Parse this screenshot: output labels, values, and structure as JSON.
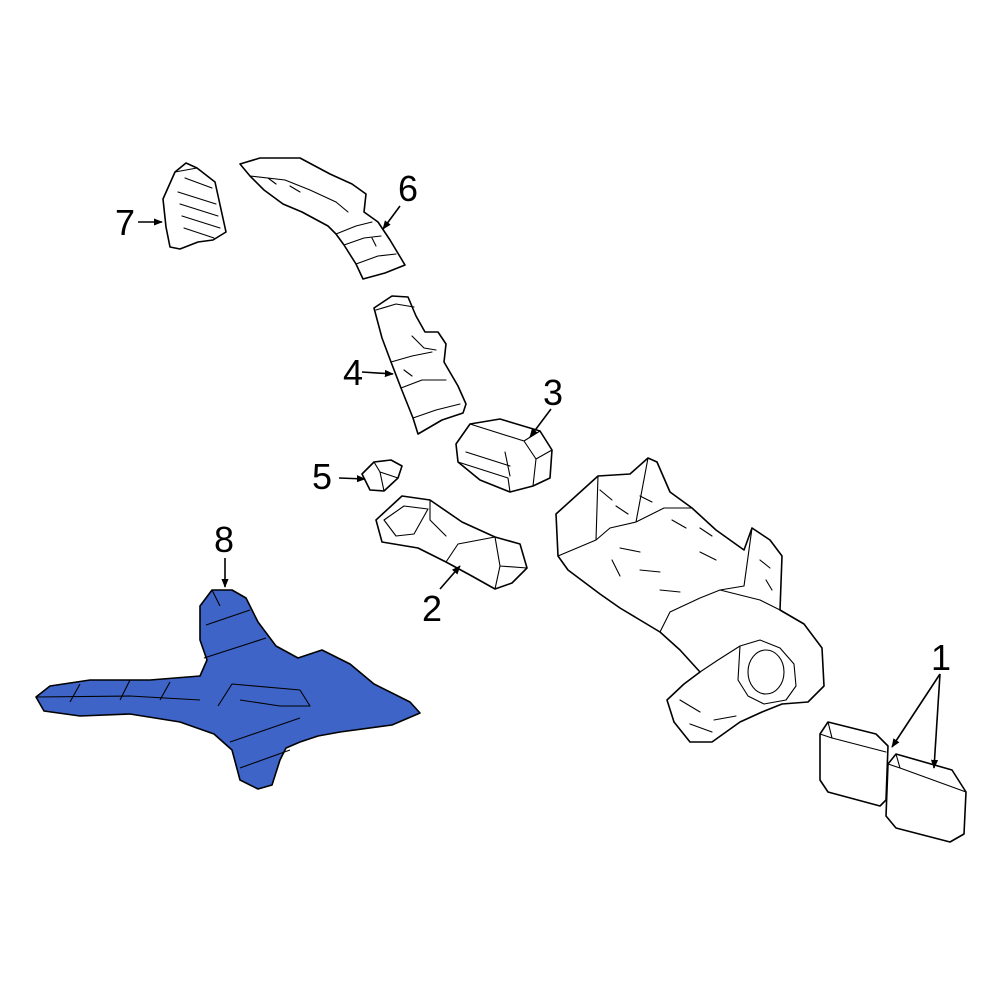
{
  "colors": {
    "highlight": "#3E64C8",
    "line": "#000000",
    "background": "#ffffff"
  },
  "callouts": [
    {
      "part": "heater-assembly-vent",
      "label": "1"
    },
    {
      "part": "rear-duct",
      "label": "2"
    },
    {
      "part": "center-vent",
      "label": "3"
    },
    {
      "part": "side-duct",
      "label": "4"
    },
    {
      "part": "connector",
      "label": "5"
    },
    {
      "part": "upper-duct",
      "label": "6"
    },
    {
      "part": "defroster-grille",
      "label": "7"
    },
    {
      "part": "floor-duct",
      "label": "8"
    }
  ],
  "highlighted_part": "8"
}
